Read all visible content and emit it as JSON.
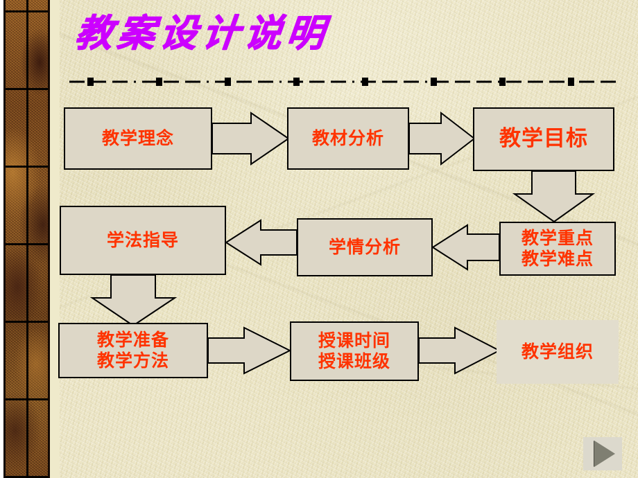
{
  "slide": {
    "title": "教案设计说明",
    "title_color": "#cc00ff",
    "background_color": "#ece5c2",
    "box_fill_color": "#ddd7c7",
    "box_text_color": "#ff3300",
    "sidebar_color": "#7a4a20"
  },
  "divider": {
    "name": "dash-dot-square-rule",
    "style": "dash-dash-square repeating",
    "color": "#000000"
  },
  "flow": {
    "nodes": [
      {
        "id": "box-lixuan",
        "label": "教学理念",
        "row": 1,
        "bordered": true,
        "size": "normal"
      },
      {
        "id": "box-jiaocai",
        "label": "教材分析",
        "row": 1,
        "bordered": true,
        "size": "normal"
      },
      {
        "id": "box-mubiao",
        "label": "教学目标",
        "row": 1,
        "bordered": true,
        "size": "big"
      },
      {
        "id": "box-zhongdian",
        "label": "教学重点\n教学难点",
        "row": 2,
        "bordered": true,
        "size": "normal"
      },
      {
        "id": "box-xueqing",
        "label": "学情分析",
        "row": 2,
        "bordered": true,
        "size": "normal"
      },
      {
        "id": "box-xuefa",
        "label": "学法指导",
        "row": 2,
        "bordered": true,
        "size": "normal"
      },
      {
        "id": "box-zhunbei",
        "label": "教学准备\n教学方法",
        "row": 3,
        "bordered": true,
        "size": "normal"
      },
      {
        "id": "box-shijian",
        "label": "授课时间\n授课班级",
        "row": 3,
        "bordered": true,
        "size": "normal"
      },
      {
        "id": "box-zuzhi",
        "label": "教学组织",
        "row": 3,
        "bordered": false,
        "size": "normal"
      }
    ],
    "connectors": [
      {
        "from": "教学理念",
        "to": "教材分析",
        "direction": "right"
      },
      {
        "from": "教材分析",
        "to": "教学目标",
        "direction": "right"
      },
      {
        "from": "教学目标",
        "to": "教学重点教学难点",
        "direction": "down"
      },
      {
        "from": "教学重点教学难点",
        "to": "学情分析",
        "direction": "left"
      },
      {
        "from": "学情分析",
        "to": "学法指导",
        "direction": "left"
      },
      {
        "from": "学法指导",
        "to": "教学准备教学方法",
        "direction": "down"
      },
      {
        "from": "教学准备教学方法",
        "to": "授课时间授课班级",
        "direction": "right"
      },
      {
        "from": "授课时间授课班级",
        "to": "教学组织",
        "direction": "right"
      }
    ]
  },
  "controls": {
    "next_button_label": "",
    "next_button_icon": "play-triangle-icon"
  }
}
